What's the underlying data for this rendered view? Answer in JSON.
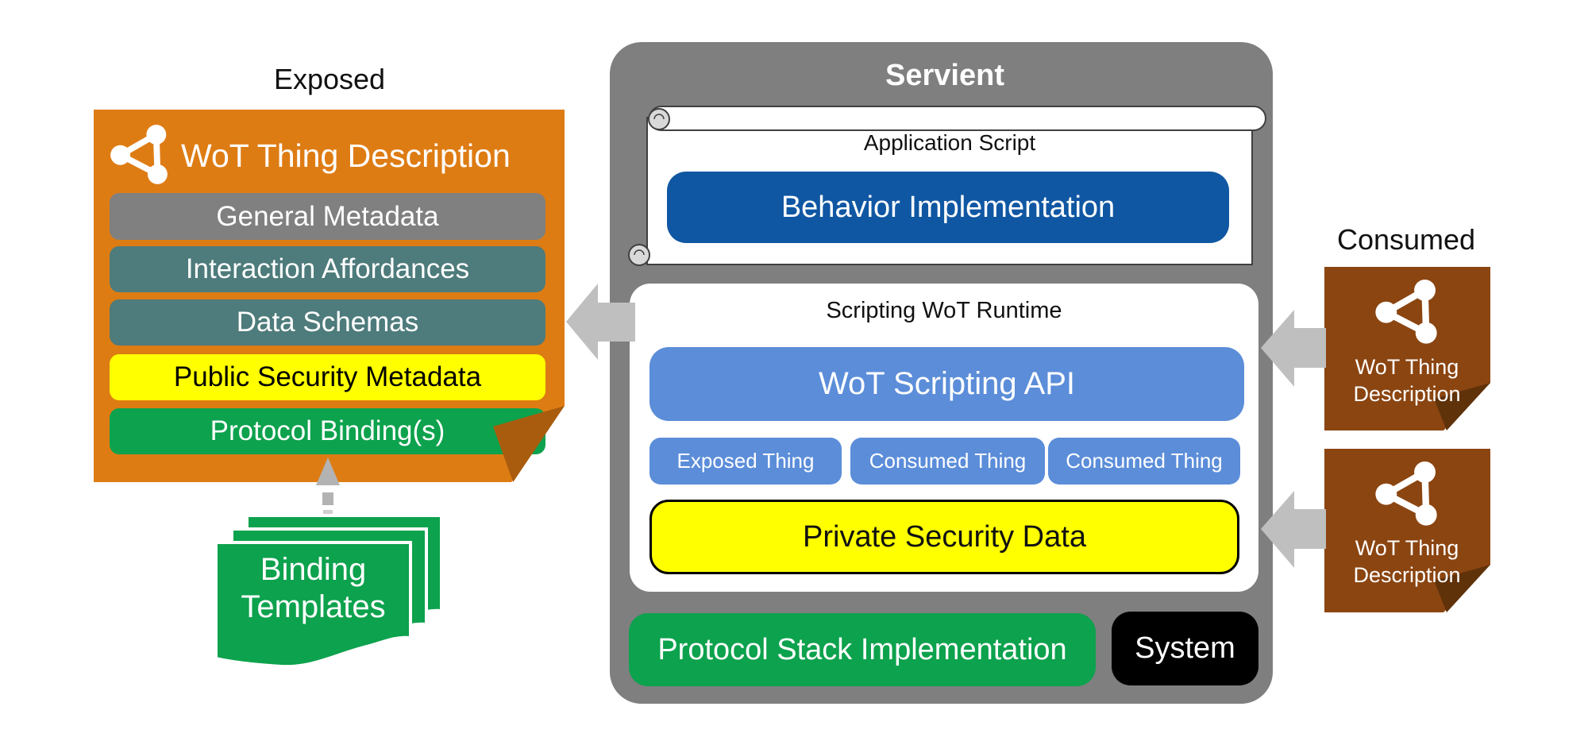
{
  "page": {
    "background": "#ffffff"
  },
  "exposed": {
    "label": "Exposed",
    "panel": {
      "title": "WoT Thing Description",
      "rows": [
        {
          "label": "General Metadata",
          "bg": "#808080",
          "fg": "#ffffff"
        },
        {
          "label": "Interaction Affordances",
          "bg": "#4E7B7B",
          "fg": "#ffffff"
        },
        {
          "label": "Data Schemas",
          "bg": "#4E7B7B",
          "fg": "#ffffff"
        },
        {
          "label": "Public Security Metadata",
          "bg": "#FFFF00",
          "fg": "#000000"
        },
        {
          "label": "Protocol Binding(s)",
          "bg": "#0DA24D",
          "fg": "#ffffff"
        }
      ]
    },
    "binding_templates": {
      "line1": "Binding",
      "line2": "Templates"
    }
  },
  "servient": {
    "title": "Servient",
    "application_script": {
      "label": "Application Script",
      "behavior_label": "Behavior Implementation"
    },
    "runtime": {
      "title": "Scripting WoT Runtime",
      "api_label": "WoT Scripting API",
      "things": [
        {
          "label": "Exposed Thing"
        },
        {
          "label": "Consumed Thing"
        },
        {
          "label": "Consumed Thing"
        }
      ],
      "private_security_label": "Private Security Data"
    },
    "protocol_stack_label": "Protocol Stack Implementation",
    "system_label": "System"
  },
  "consumed": {
    "label": "Consumed",
    "cards": [
      {
        "line1": "WoT Thing",
        "line2": "Description"
      },
      {
        "line1": "WoT Thing",
        "line2": "Description"
      }
    ]
  },
  "icons": {
    "wot_logo": "wot-triangle-icon"
  },
  "colors": {
    "orange": "#DE7C14",
    "orange_fold": "#AA5C0E",
    "gray_row": "#808080",
    "teal": "#4E7B7B",
    "yellow": "#FFFF00",
    "green": "#0DA24D",
    "dark_blue": "#1057A3",
    "light_blue": "#5B8DD9",
    "brown": "#8B4511",
    "brown_fold": "#60320A",
    "servient_gray": "#7F7F7F",
    "arrow_gray": "#BFBFBF",
    "scroll_edge": "#404040",
    "scroll_curl": "#D9D9D9"
  }
}
